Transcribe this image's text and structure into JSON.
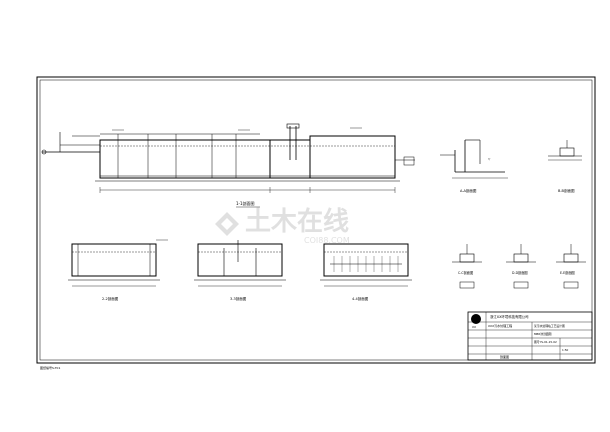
{
  "watermark": {
    "text_cn": "土木在线",
    "text_url": "COI88.COM",
    "color": "#c8c8c8"
  },
  "sections": {
    "main_long": "1-1剖面图",
    "s2": "2-2剖面图",
    "s3": "3-3剖面图",
    "s4": "4-4剖面图",
    "a": "A-A剖面图",
    "b": "B-B剖面图",
    "c": "C-C剖面图",
    "d": "D-D剖面图",
    "e": "E-E剖面图"
  },
  "title_block": {
    "company": "浙江XX环境科技有限公司",
    "project": "XXX污水处理工程",
    "drawing_name_a": "某污水处理站工艺设计图",
    "drawing_name_b": "MBR池剖面图",
    "drawing_no": "图号YS-01-15-02",
    "scale": "1:50",
    "sheet": "剖面图",
    "logo_text": "XX"
  },
  "footer_note": "图纸编号S-T01",
  "colors": {
    "line": "#000000",
    "accent_pipe": "#000000"
  }
}
